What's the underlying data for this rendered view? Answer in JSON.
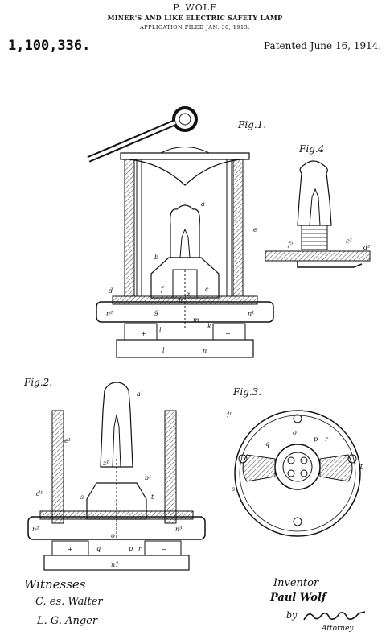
{
  "header": {
    "inventor_name": "P. WOLF",
    "title": "MINER'S AND LIKE ELECTRIC SAFETY LAMP",
    "application": "APPLICATION FILED JAN. 30, 1913.",
    "patent_number": "1,100,336.",
    "patented_date": "Patented June 16, 1914."
  },
  "figures": {
    "fig1": {
      "label": "Fig.1.",
      "callouts": [
        "a",
        "e",
        "b",
        "d",
        "f",
        "c",
        "z",
        "h",
        "g",
        "m",
        "i",
        "k",
        "l",
        "n",
        "n²",
        "n¹",
        "+",
        "−"
      ]
    },
    "fig4": {
      "label": "Fig.4",
      "callouts": [
        "f³",
        "c³",
        "d²"
      ]
    },
    "fig2": {
      "label": "Fig.2.",
      "callouts": [
        "a¹",
        "e¹",
        "z¹",
        "b¹",
        "d¹",
        "s",
        "t",
        "n²",
        "n³",
        "o",
        "q",
        "p",
        "r",
        "n1",
        "+",
        "−"
      ]
    },
    "fig3": {
      "label": "Fig.3.",
      "callouts": [
        "d¹",
        "o",
        "q",
        "p",
        "r",
        "t",
        "s"
      ]
    }
  },
  "signatures": {
    "witnesses_title": "Witnesses",
    "witness_1": "C. es. Walter",
    "witness_2": "L. G. Anger",
    "inventor_title": "Inventor",
    "inventor_name": "Paul Wolf",
    "by": "by",
    "attorney_name": "Attorney"
  }
}
